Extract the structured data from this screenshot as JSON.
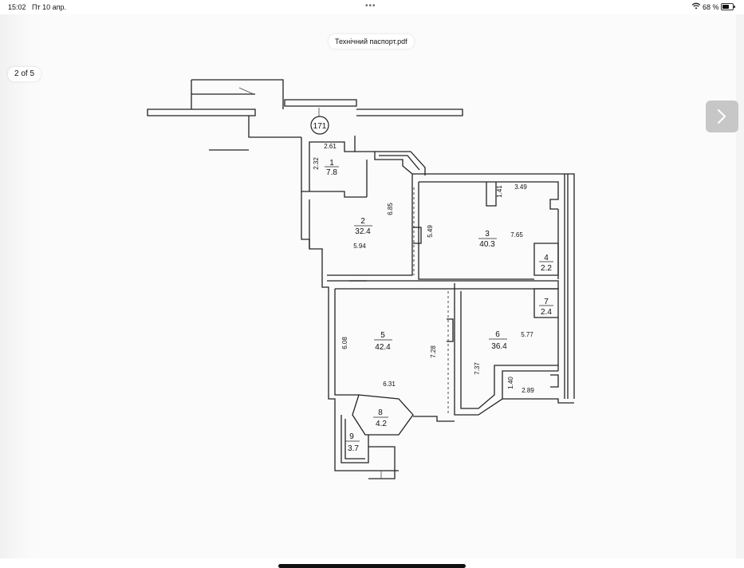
{
  "status_bar": {
    "time": "15:02",
    "date": "Пт 10 апр.",
    "battery_pct": "68 %",
    "battery_level": 0.68
  },
  "document": {
    "title": "Технічний паспорт.pdf",
    "page_indicator": "2 of 5"
  },
  "plan": {
    "circle_label": "171",
    "rooms": [
      {
        "id": "1",
        "area": "7.8"
      },
      {
        "id": "2",
        "area": "32.4"
      },
      {
        "id": "3",
        "area": "40.3"
      },
      {
        "id": "4",
        "area": "2.2"
      },
      {
        "id": "5",
        "area": "42.4"
      },
      {
        "id": "6",
        "area": "36.4"
      },
      {
        "id": "7",
        "area": "2.4"
      },
      {
        "id": "8",
        "area": "4.2"
      },
      {
        "id": "9",
        "area": "3.7"
      }
    ],
    "dimensions": [
      "2.61",
      "2.32",
      "6.85",
      "5.94",
      "5.49",
      "3.49",
      "1.41",
      "7.65",
      "6.08",
      "7.28",
      "6.31",
      "5.77",
      "7.37",
      "1.40",
      "2.89"
    ]
  },
  "colors": {
    "accent": "#c7c7c7",
    "ink": "#111111"
  },
  "icons": [
    "wifi-icon",
    "battery-icon",
    "more-dots-icon",
    "chevron-right-icon"
  ]
}
